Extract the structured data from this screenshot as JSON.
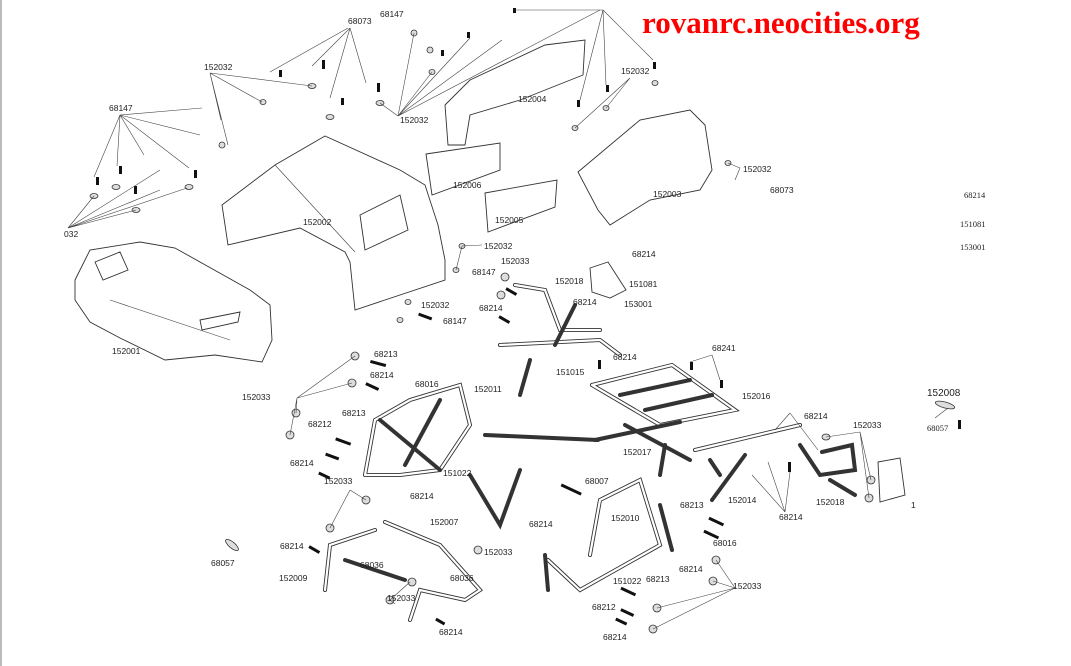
{
  "site_title": "rovanrc.neocities.org",
  "colors": {
    "title": "#ff0000",
    "lines": "#333333"
  },
  "labels": [
    "68073",
    "68147",
    "152032",
    "68147",
    "152032",
    "152004",
    "152032",
    "152006",
    "152002",
    "152005",
    "152003",
    "152032",
    "68073",
    "032",
    "68214",
    "151081",
    "153001",
    "152032",
    "68147",
    "152033",
    "68214",
    "152018",
    "151081",
    "68214",
    "153001",
    "68214",
    "152032",
    "68147",
    "152001",
    "68213",
    "68214",
    "68241",
    "68214",
    "68016",
    "152011",
    "151015",
    "152033",
    "152016",
    "152008",
    "68213",
    "68212",
    "68057",
    "68214",
    "152033",
    "68214",
    "151022",
    "152017",
    "152033",
    "68007",
    "68214",
    "152014",
    "152018",
    "68213",
    "68214",
    "152007",
    "152010",
    "68214",
    "68214",
    "68016",
    "152033",
    "68057",
    "68036",
    "68214",
    "152009",
    "68036",
    "151022",
    "68213",
    "152033",
    "152033",
    "68212",
    "68214",
    "68214",
    "1"
  ]
}
